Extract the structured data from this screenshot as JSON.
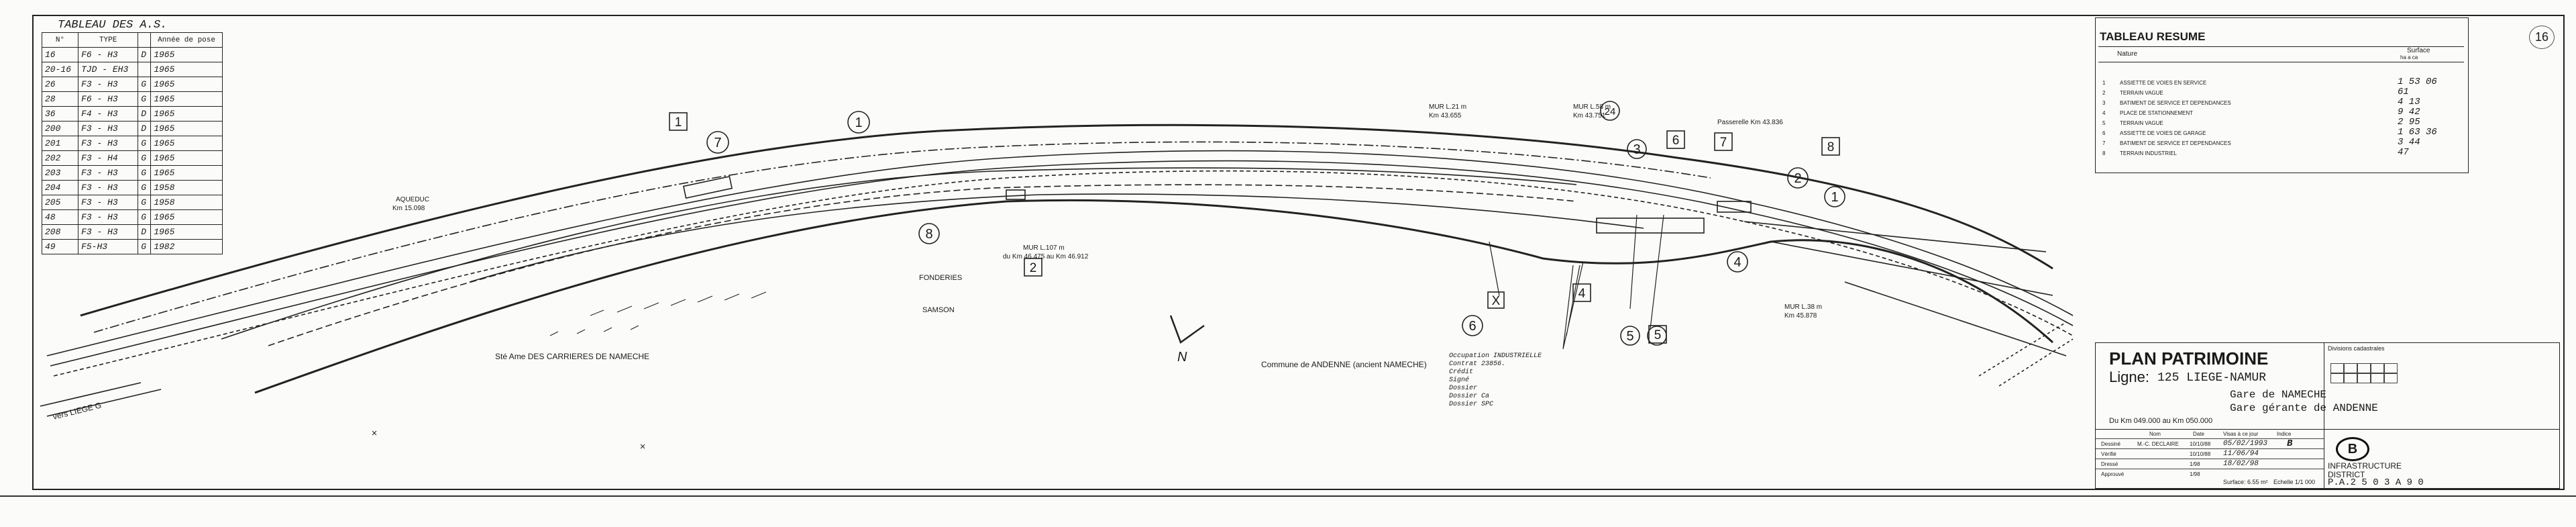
{
  "as_table": {
    "caption": "TABLEAU DES A.S.",
    "headers": [
      "N°",
      "TYPE",
      "",
      "Année de pose"
    ],
    "rows": [
      [
        "16",
        "F6 - H3",
        "D",
        "1965"
      ],
      [
        "20-16",
        "TJD - EH3",
        "",
        "1965"
      ],
      [
        "26",
        "F3 - H3",
        "G",
        "1965"
      ],
      [
        "28",
        "F6 - H3",
        "G",
        "1965"
      ],
      [
        "36",
        "F4 - H3",
        "D",
        "1965"
      ],
      [
        "200",
        "F3 - H3",
        "D",
        "1965"
      ],
      [
        "201",
        "F3 - H3",
        "G",
        "1965"
      ],
      [
        "202",
        "F3 - H4",
        "G",
        "1965"
      ],
      [
        "203",
        "F3 - H3",
        "G",
        "1965"
      ],
      [
        "204",
        "F3 - H3",
        "G",
        "1958"
      ],
      [
        "205",
        "F3 - H3",
        "G",
        "1958"
      ],
      [
        "48",
        "F3 - H3",
        "G",
        "1965"
      ],
      [
        "208",
        "F3 - H3",
        "D",
        "1965"
      ],
      [
        "49",
        "F5-H3",
        "G",
        "1982"
      ]
    ]
  },
  "resume": {
    "title": "TABLEAU RESUME",
    "col_nature": "Nature",
    "col_surface": "Surface",
    "col_surface_sub": "ha a ca",
    "rows": [
      {
        "n": "1",
        "nature": "ASSIETTE DE VOIES EN SERVICE",
        "value": "1 53 06"
      },
      {
        "n": "2",
        "nature": "TERRAIN VAGUE",
        "value": "61"
      },
      {
        "n": "3",
        "nature": "BATIMENT DE SERVICE ET DEPENDANCES",
        "value": "4 13"
      },
      {
        "n": "4",
        "nature": "PLACE DE STATIONNEMENT",
        "value": "9 42"
      },
      {
        "n": "5",
        "nature": "TERRAIN VAGUE",
        "value": "2 95"
      },
      {
        "n": "6",
        "nature": "ASSIETTE DE VOIES DE GARAGE",
        "value": "1 63 36"
      },
      {
        "n": "7",
        "nature": "BATIMENT DE SERVICE ET DEPENDANCES",
        "value": "3 44"
      },
      {
        "n": "8",
        "nature": "TERRAIN INDUSTRIEL",
        "value": "47"
      }
    ]
  },
  "corner_mark": "16",
  "plan": {
    "aqueduc": "AQUEDUC",
    "aqueduc_km": "Km 15.098",
    "carrieres": "Sté Ame DES CARRIERES DE NAMECHE",
    "fonderies": "FONDERIES",
    "samson": "SAMSON",
    "commune": "Commune de ANDENNE (ancient NAMECHE)",
    "north": "N",
    "liege_label": "vers LIEGE G",
    "mur1": "MUR L.107 m",
    "mur1_km": "du Km 46.475 au Km 46.912",
    "mur2": "MUR L.21 m",
    "mur2_km": "Km 43.655",
    "mur3": "MUR L.58 m",
    "mur3_km": "Km 43.751",
    "mur4": "MUR L.38 m",
    "mur4_km": "Km 45.878",
    "passerelle": "Passerelle Km 43.836",
    "annotation_block": "Occupation INDUSTRIELLE\nContrat 23856.\nCrédit\nSigné\nDossier\nDossier Ca\nDossier SPC",
    "circled_numbers": [
      "1",
      "7",
      "3",
      "2",
      "1",
      "4",
      "5",
      "6",
      "8",
      "24"
    ],
    "boxed_numbers": [
      "1",
      "2",
      "4",
      "5",
      "6",
      "7",
      "8",
      "X"
    ]
  },
  "title_block": {
    "title": "PLAN PATRIMOINE",
    "ligne_label": "Ligne:",
    "ligne": "125 LIEGE-NAMUR",
    "gare1": "Gare de NAMECHE",
    "gare2": "Gare gérante de ANDENNE",
    "km_range": "Du Km 049.000 au Km 050.000",
    "divisions_label": "Divisions cadastrales",
    "nom_col": "Nom",
    "date_col": "Date",
    "visas_col": "Visas à ce jour",
    "indice_col": "Indice",
    "roles": [
      {
        "role": "Dessiné",
        "nom": "M.-C. DECLAIRE",
        "date": "10/10/88",
        "visa": "05/02/1993"
      },
      {
        "role": "Vérifié",
        "nom": "",
        "date": "10/10/88",
        "visa": "11/06/94"
      },
      {
        "role": "Dressé",
        "nom": "",
        "date": "1/98",
        "visa": "18/02/98"
      },
      {
        "role": "Approuvé",
        "nom": "",
        "date": "1/98",
        "visa": ""
      }
    ],
    "indice": "B",
    "surface": "Surface: 6.55 m²",
    "echelle": "Echelle 1/1 000",
    "org": "INFRASTRUCTURE",
    "district": "DISTRICT",
    "plan_no": "P.A.2 5 0 3 A 9 0",
    "logo": "B"
  }
}
